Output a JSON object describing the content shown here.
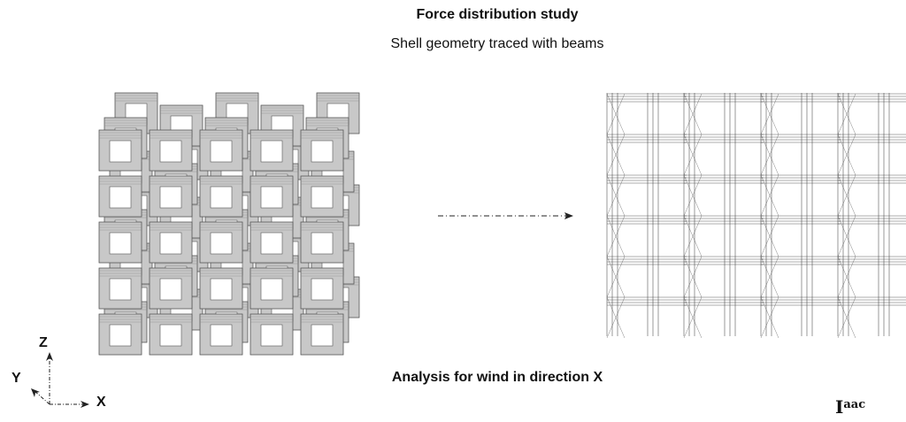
{
  "header": {
    "title": "Force distribution study",
    "subtitle": "Shell geometry traced with beams"
  },
  "caption": "Analysis for wind in direction X",
  "axes": {
    "z": "Z",
    "y": "Y",
    "x": "X"
  },
  "logo": {
    "main": "I",
    "sup": "aac"
  },
  "colors": {
    "shell_fill": "#c8c8c8",
    "shell_stroke": "#555555",
    "wire": "#333333"
  }
}
